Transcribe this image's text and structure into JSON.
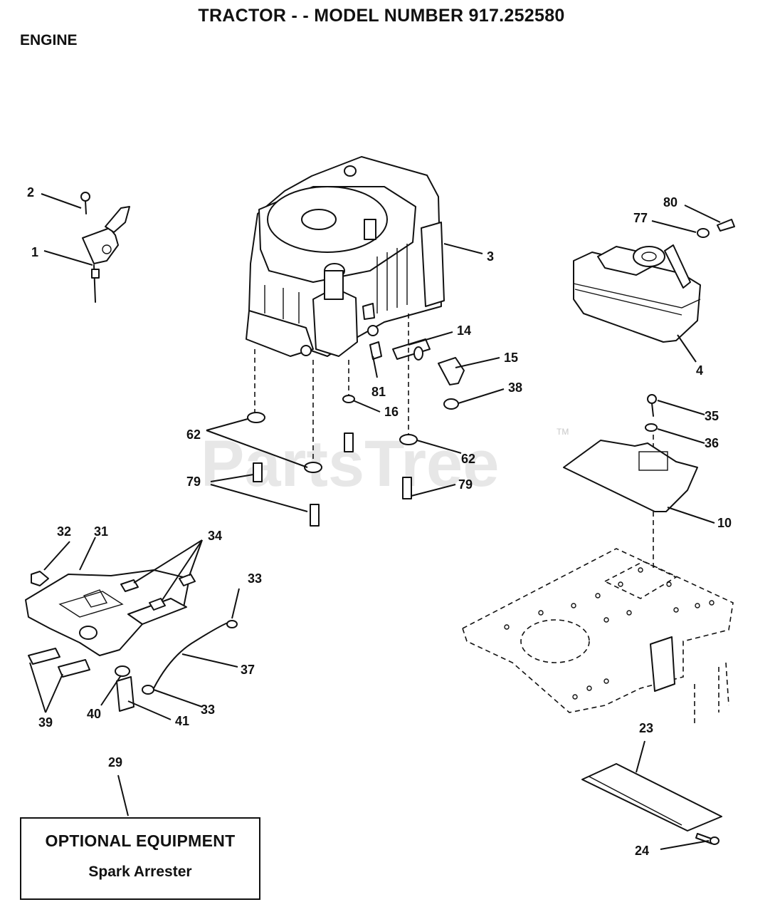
{
  "header": {
    "title": "TRACTOR - - MODEL NUMBER 917.252580",
    "section": "ENGINE"
  },
  "watermark": {
    "text": "PartsTree",
    "trademark": "TM"
  },
  "callouts": [
    {
      "id": "c1",
      "label": "1"
    },
    {
      "id": "c2",
      "label": "2"
    },
    {
      "id": "c3",
      "label": "3"
    },
    {
      "id": "c4",
      "label": "4"
    },
    {
      "id": "c10",
      "label": "10"
    },
    {
      "id": "c14",
      "label": "14"
    },
    {
      "id": "c15",
      "label": "15"
    },
    {
      "id": "c16",
      "label": "16"
    },
    {
      "id": "c23",
      "label": "23"
    },
    {
      "id": "c24",
      "label": "24"
    },
    {
      "id": "c29",
      "label": "29"
    },
    {
      "id": "c31",
      "label": "31"
    },
    {
      "id": "c32",
      "label": "32"
    },
    {
      "id": "c33a",
      "label": "33"
    },
    {
      "id": "c33b",
      "label": "33"
    },
    {
      "id": "c34",
      "label": "34"
    },
    {
      "id": "c35",
      "label": "35"
    },
    {
      "id": "c36",
      "label": "36"
    },
    {
      "id": "c37",
      "label": "37"
    },
    {
      "id": "c38",
      "label": "38"
    },
    {
      "id": "c39",
      "label": "39"
    },
    {
      "id": "c40",
      "label": "40"
    },
    {
      "id": "c41",
      "label": "41"
    },
    {
      "id": "c62a",
      "label": "62"
    },
    {
      "id": "c62b",
      "label": "62"
    },
    {
      "id": "c77",
      "label": "77"
    },
    {
      "id": "c79a",
      "label": "79"
    },
    {
      "id": "c79b",
      "label": "79"
    },
    {
      "id": "c80",
      "label": "80"
    },
    {
      "id": "c81",
      "label": "81"
    }
  ],
  "optional_equipment": {
    "title": "OPTIONAL EQUIPMENT",
    "item": "Spark Arrester"
  }
}
